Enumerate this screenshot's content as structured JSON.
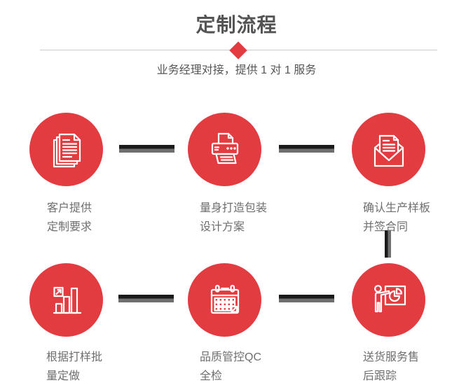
{
  "header": {
    "title": "定制流程",
    "subtitle": "业务经理对接，提供 1 对 1 服务"
  },
  "colors": {
    "accent_red": "#e23c41",
    "title_gray": "#545454",
    "label_gray": "#6e6e6e",
    "divider_gray": "#cccccc",
    "connector_dark": "#1a1a1a",
    "connector_gray": "#6f6f6f"
  },
  "steps": [
    {
      "id": 1,
      "icon": "documents-icon",
      "label1": "客户提供",
      "label2": "定制要求"
    },
    {
      "id": 2,
      "icon": "printer-icon",
      "label1": "量身打造包装",
      "label2": "设计方案"
    },
    {
      "id": 3,
      "icon": "envelope-icon",
      "label1": "确认生产样板",
      "label2": "并签合同"
    },
    {
      "id": 4,
      "icon": "bar-chart-icon",
      "label1": "根据打样批",
      "label2": "量定做"
    },
    {
      "id": 5,
      "icon": "calendar-icon",
      "label1": "品质管控QC",
      "label2": "全检"
    },
    {
      "id": 6,
      "icon": "presentation-icon",
      "label1": "送货服务售",
      "label2": "后跟踪"
    }
  ]
}
